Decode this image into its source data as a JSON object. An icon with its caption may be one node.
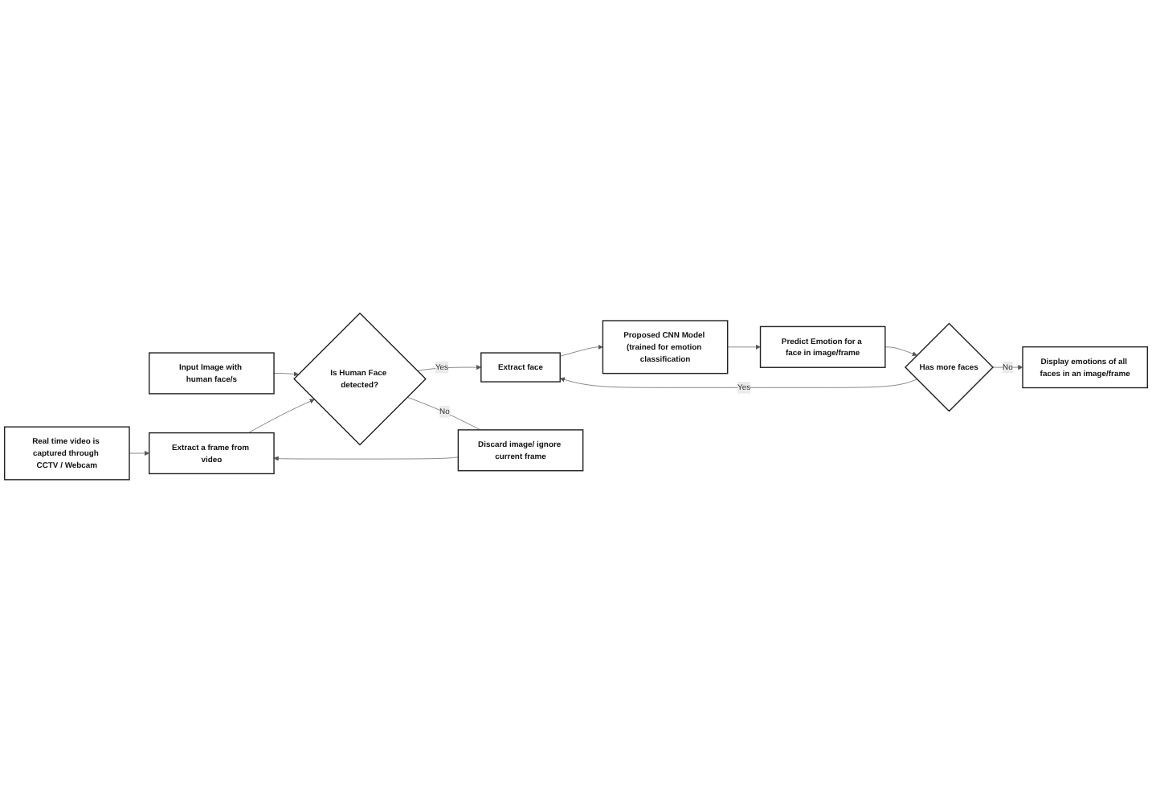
{
  "diagram": {
    "nodes": [
      {
        "text": [
          "Real time video is captured through CCTV / Webcam"
        ]
      },
      {
        "text": [
          "Input Image with human face/s"
        ]
      },
      {
        "text": [
          "Extract a frame from video"
        ]
      },
      {
        "text": [
          "Is Human Face detected?"
        ]
      },
      {
        "text": [
          "Extract face"
        ]
      },
      {
        "text": [
          "Proposed CNN Model (trained for emotion classification"
        ]
      },
      {
        "text": [
          "Predict Emotion for a face in image/frame"
        ]
      },
      {
        "text": [
          "Discard image/ ignore current frame"
        ]
      },
      {
        "text": [
          "Has more faces"
        ]
      },
      {
        "text": [
          "Display emotions of all faces in an image/frame"
        ]
      }
    ],
    "edges": [
      {
        "from": 0,
        "to": 2,
        "arrow": "to"
      },
      {
        "from": 1,
        "to": 3,
        "arrow": "to"
      },
      {
        "from": 2,
        "to": 3,
        "arrow": "to"
      },
      {
        "from": 3,
        "to": 4,
        "arrow": "to",
        "label": "Yes"
      },
      {
        "from": 3,
        "to": 7,
        "arrow": "none",
        "label": "No"
      },
      {
        "from": 7,
        "to": 2,
        "arrow": "to"
      },
      {
        "from": 4,
        "to": 5,
        "arrow": "to"
      },
      {
        "from": 5,
        "to": 6,
        "arrow": "to"
      },
      {
        "from": 6,
        "to": 8,
        "arrow": "to"
      },
      {
        "from": 8,
        "to": 4,
        "arrow": "to",
        "label": "Yes"
      },
      {
        "from": 8,
        "to": 9,
        "arrow": "to",
        "label": "No"
      }
    ]
  }
}
